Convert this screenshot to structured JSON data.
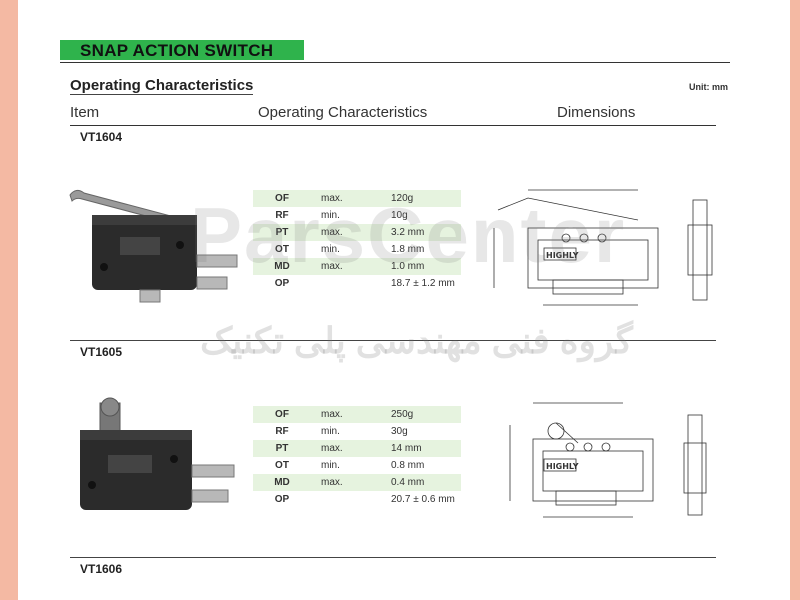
{
  "header": {
    "title": "SNAP ACTION SWITCH",
    "accent_color": "#2fb34c"
  },
  "section": {
    "title": "Operating Characteristics",
    "unit": "Unit: mm"
  },
  "columns": {
    "item": "Item",
    "characteristics": "Operating Characteristics",
    "dimensions": "Dimensions"
  },
  "models": [
    {
      "name": "VT1604",
      "specs": [
        {
          "param": "OF",
          "limit": "max.",
          "value": "120g"
        },
        {
          "param": "RF",
          "limit": "min.",
          "value": "10g"
        },
        {
          "param": "PT",
          "limit": "max.",
          "value": "3.2 mm"
        },
        {
          "param": "OT",
          "limit": "min.",
          "value": "1.8 mm"
        },
        {
          "param": "MD",
          "limit": "max.",
          "value": "1.0 mm"
        },
        {
          "param": "OP",
          "limit": "",
          "value": "18.7 ± 1.2 mm"
        }
      ]
    },
    {
      "name": "VT1605",
      "specs": [
        {
          "param": "OF",
          "limit": "max.",
          "value": "250g"
        },
        {
          "param": "RF",
          "limit": "min.",
          "value": "30g"
        },
        {
          "param": "PT",
          "limit": "max.",
          "value": "14 mm"
        },
        {
          "param": "OT",
          "limit": "min.",
          "value": "0.8 mm"
        },
        {
          "param": "MD",
          "limit": "max.",
          "value": "0.4 mm"
        },
        {
          "param": "OP",
          "limit": "",
          "value": "20.7 ± 0.6 mm"
        }
      ]
    },
    {
      "name": "VT1606",
      "specs": []
    }
  ],
  "drawing": {
    "brand_label": "HIGHLY"
  },
  "watermark": {
    "text": "ParsCenter",
    "subtext": "گروه فنی مهندسی پلی تکنیک"
  }
}
